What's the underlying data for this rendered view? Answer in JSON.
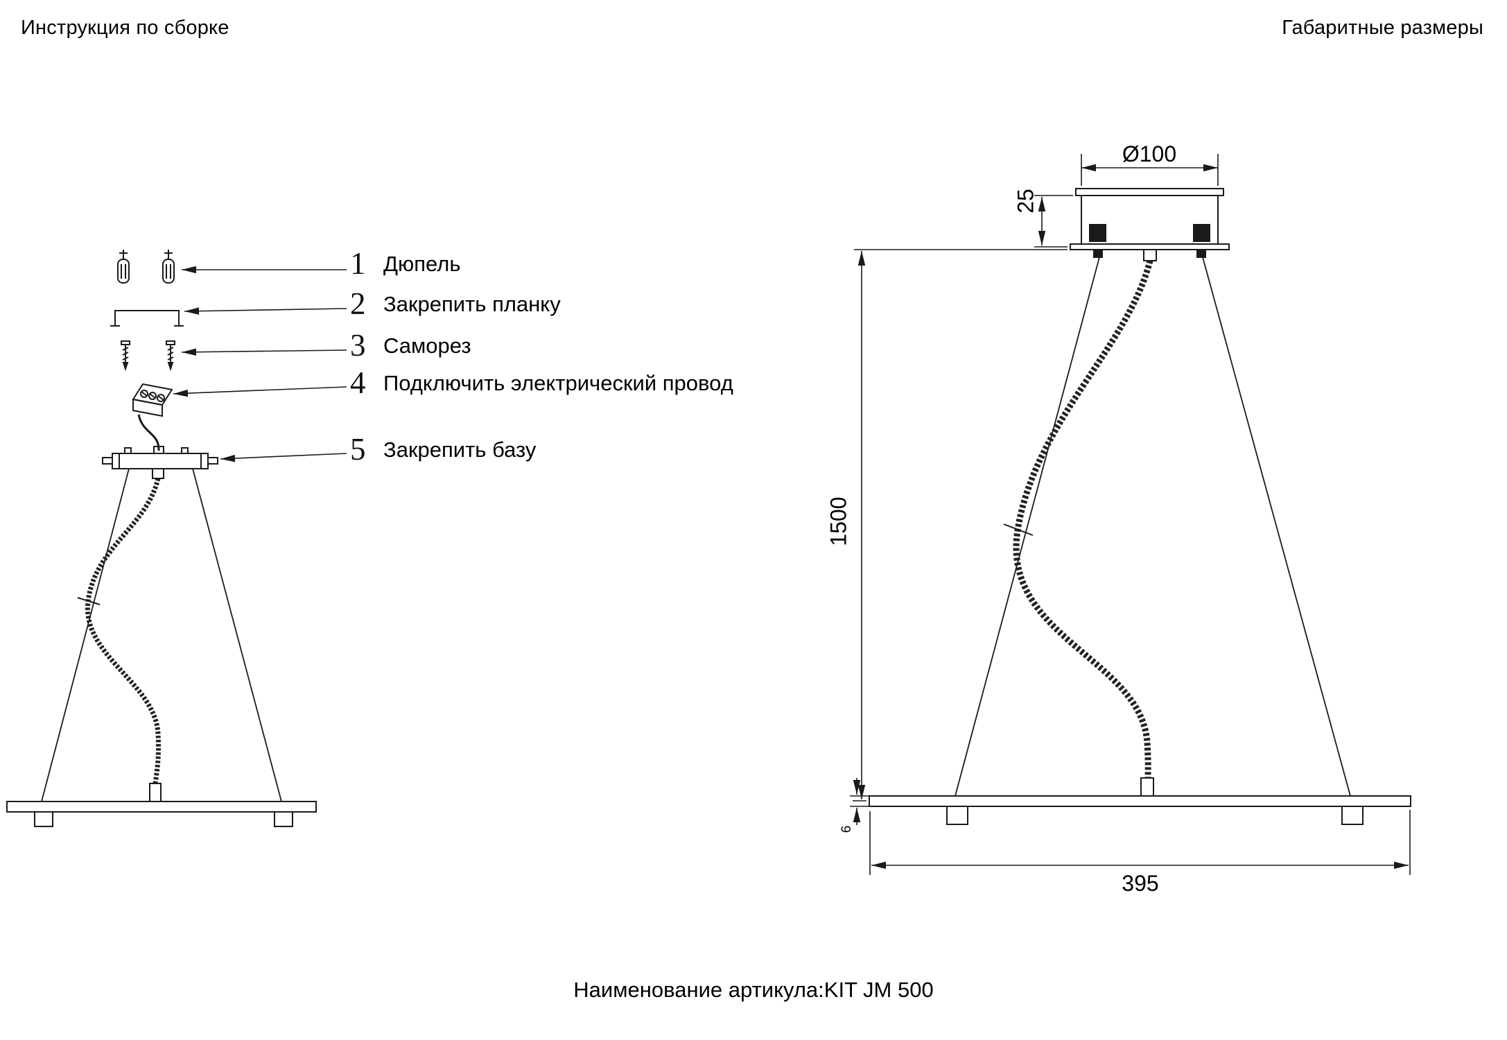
{
  "header": {
    "left_title": "Инструкция по сборке",
    "right_title": "Габаритные размеры"
  },
  "assembly": {
    "steps": [
      {
        "num": "1",
        "label": "Дюпель"
      },
      {
        "num": "2",
        "label": "Закрепить планку"
      },
      {
        "num": "3",
        "label": "Саморез"
      },
      {
        "num": "4",
        "label": "Подключить электрический провод"
      },
      {
        "num": "5",
        "label": "Закрепить базу"
      }
    ]
  },
  "dimensions": {
    "diameter_label": "Ø100",
    "canopy_height_label": "25",
    "drop_height_label": "1500",
    "bar_width_label": "395",
    "bar_thickness_label": "6"
  },
  "footer": {
    "article_label": "Наименование артикула:KIT JM 500"
  },
  "colors": {
    "ink": "#1a1a1a",
    "background": "#ffffff"
  }
}
